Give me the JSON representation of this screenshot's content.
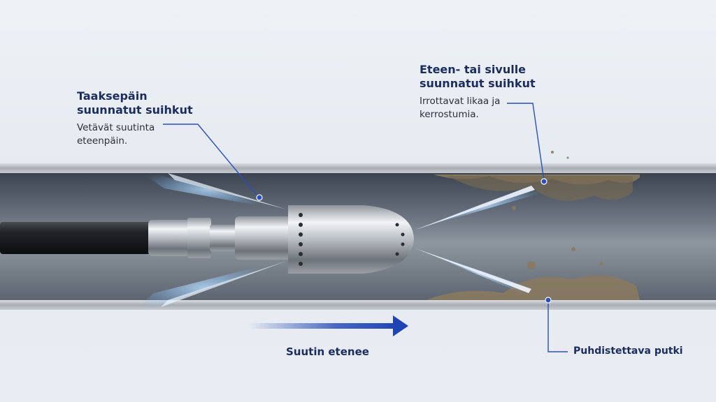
{
  "callouts": {
    "back_jets": {
      "title_line1": "Taaksepäin",
      "title_line2": "suunnatut suihkut",
      "desc_line1": "Vetävät suutinta",
      "desc_line2": "eteenpäin."
    },
    "front_jets": {
      "title_line1": "Eteen- tai sivulle",
      "title_line2": "suunnatut suihkut",
      "desc_line1": "Irrottavat likaa ja",
      "desc_line2": "kerrostumia."
    },
    "travel": {
      "label": "Suutin etenee"
    },
    "pipe": {
      "label": "Puhdistettava putki"
    }
  },
  "colors": {
    "heading": "#1b2c5e",
    "leader_line": "#2a4fbf",
    "arrow": "#1f45b5",
    "water": "#6fb6ff"
  }
}
